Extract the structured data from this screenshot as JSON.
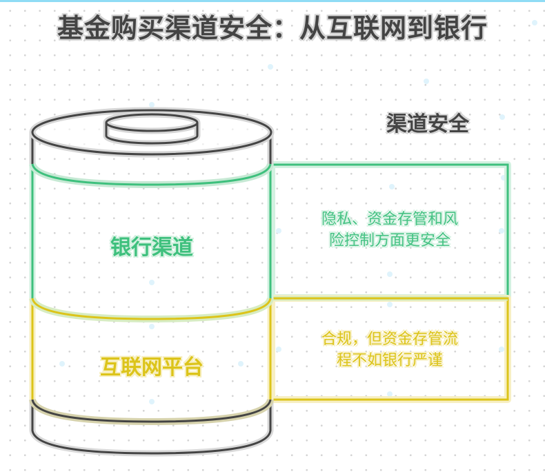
{
  "title": "基金购买渠道安全：从互联网到银行",
  "section_title": "渠道安全",
  "layers": [
    {
      "label": "银行渠道",
      "description_lines": [
        "隐私、资金存管和风",
        "险控制方面更安全"
      ],
      "color": "#3ec07d"
    },
    {
      "label": "互联网平台",
      "description_lines": [
        "合规，但资金存管流",
        "程不如银行严谨"
      ],
      "color": "#dcc41a"
    }
  ],
  "colors": {
    "outline": "#444444",
    "halo_gray": "#d6d6d6",
    "accent_top_bar": "#8fdcf5"
  }
}
